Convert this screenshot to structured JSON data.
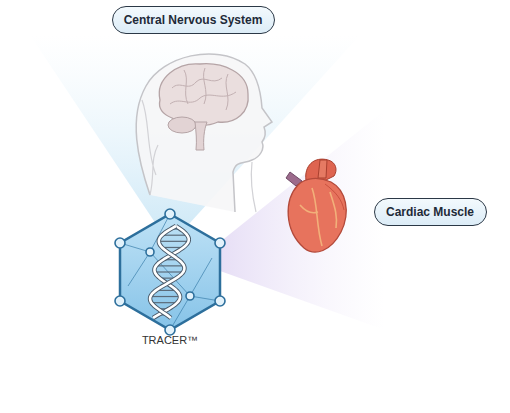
{
  "diagram": {
    "nodes": [
      {
        "text": [
          "Central Nervous System"
        ]
      },
      {
        "text": [
          "Cardiac Muscle"
        ]
      }
    ],
    "labels": [
      "TRACER™"
    ]
  }
}
